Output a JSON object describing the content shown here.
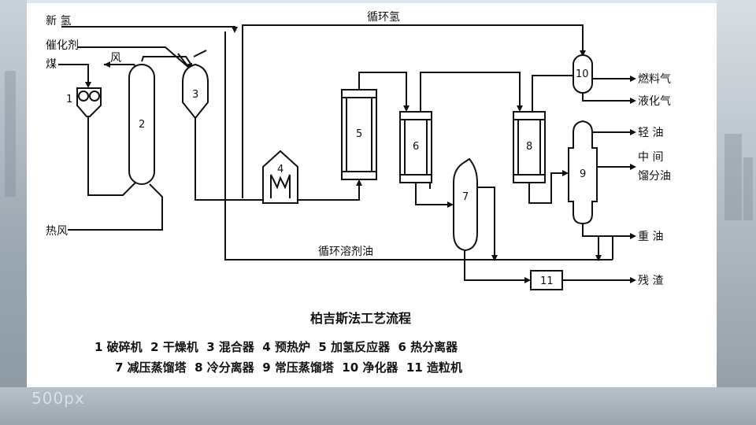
{
  "labels": {
    "new_hydrogen": "新 氢",
    "catalyst": "催化剂",
    "coal": "煤",
    "wind": "风",
    "hot_wind": "热风",
    "recycle_hydrogen": "循环氢",
    "recycle_solvent": "循环溶剂油",
    "fuel_gas": "燃料气",
    "lpg": "液化气",
    "light_oil": "轻 油",
    "middle_1": "中 间",
    "middle_2": "馏分油",
    "heavy_oil": "重 油",
    "residue": "残 渣"
  },
  "units": [
    "1",
    "2",
    "3",
    "4",
    "5",
    "6",
    "7",
    "8",
    "9",
    "10",
    "11"
  ],
  "caption": {
    "title": "柏吉斯法工艺流程",
    "legend_line1": "1 破碎机  2 干燥机  3 混合器  4 预热炉  5 加氢反应器  6 热分离器",
    "legend_line2": "7 减压蒸馏塔  8 冷分离器  9 常压蒸馏塔  10 净化器  11 造粒机"
  },
  "watermark": "500px"
}
